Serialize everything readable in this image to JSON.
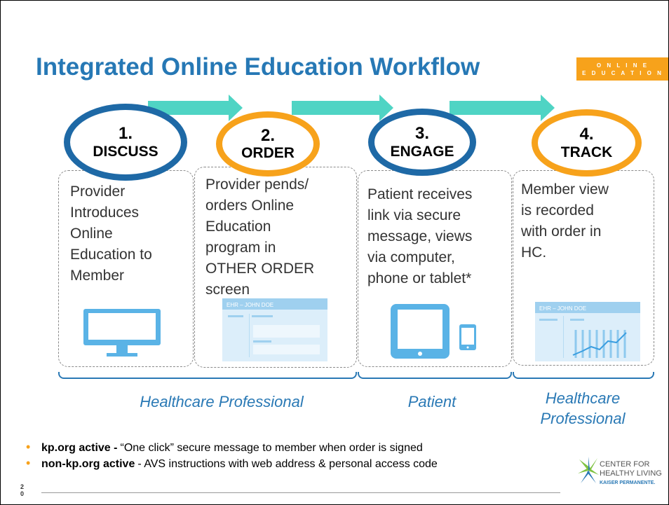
{
  "title": "Integrated Online Education Workflow",
  "badge": {
    "line1": "O N L I N E",
    "line2": "E D U C A T I O N"
  },
  "steps": [
    {
      "number": "1.",
      "label": "DISCUSS",
      "ring_color": "#1e69a6",
      "description": [
        "Provider",
        "Introduces",
        "Online",
        "Education to",
        "Member"
      ],
      "icon": "monitor-icon"
    },
    {
      "number": "2.",
      "label": "ORDER",
      "ring_color": "#f7a21b",
      "description": [
        "Provider pends/",
        "orders Online",
        "Education",
        "program in",
        "OTHER ORDER",
        "screen"
      ],
      "icon": "ehr-screen-icon"
    },
    {
      "number": "3.",
      "label": "ENGAGE",
      "ring_color": "#1e69a6",
      "description": [
        "Patient receives",
        "link via secure",
        "message, views",
        "via computer,",
        "phone or tablet*"
      ],
      "icon": "tablet-phone-icon"
    },
    {
      "number": "4.",
      "label": "TRACK",
      "ring_color": "#f7a21b",
      "description": [
        "Member view",
        "is recorded",
        "with order in",
        "HC."
      ],
      "icon": "ehr-chart-icon"
    }
  ],
  "screen_labels": {
    "ehr_order": "EHR – JOHN DOE",
    "ehr_track": "EHR – JOHN DOE"
  },
  "groups": [
    {
      "label": "Healthcare Professional"
    },
    {
      "label": "Patient"
    },
    {
      "label_line1": "Healthcare",
      "label_line2": "Professional"
    }
  ],
  "bullets": [
    {
      "bold": "kp.org active -",
      "text": "“One click” secure message to member when order is signed"
    },
    {
      "bold": "non-kp.org active",
      "text": "- AVS instructions with web address & personal access code"
    }
  ],
  "page_number": {
    "d1": "2",
    "d2": "0"
  },
  "logo": {
    "line1": "CENTER FOR",
    "line2": "HEALTHY LIVING",
    "sub": "KAISER PERMANENTE."
  },
  "colors": {
    "title_blue": "#2678b5",
    "ring_blue": "#1e69a6",
    "ring_orange": "#f7a21b",
    "arrow_teal": "#4fd4c4",
    "icon_blue": "#5ab3e6"
  }
}
